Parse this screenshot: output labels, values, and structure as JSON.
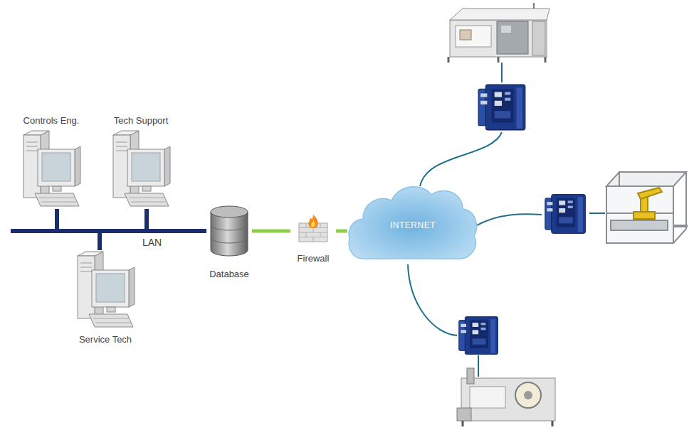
{
  "diagram": {
    "nodes": [
      {
        "text": [
          "Controls Eng."
        ]
      },
      {
        "text": [
          "Tech Support"
        ]
      },
      {
        "text": [
          "Service Tech"
        ]
      },
      {
        "text": [
          "Database"
        ]
      },
      {
        "text": [
          "Firewall"
        ]
      },
      {
        "text": [
          "INTERNET"
        ]
      }
    ],
    "edges": [
      {
        "from": 0,
        "to": 3,
        "arrow": "none"
      },
      {
        "from": 1,
        "to": 3,
        "arrow": "none"
      },
      {
        "from": 2,
        "to": 3,
        "arrow": "none"
      },
      {
        "from": 3,
        "to": 4,
        "arrow": "none"
      },
      {
        "from": 4,
        "to": 5,
        "arrow": "none"
      }
    ],
    "labels": [
      "LAN"
    ]
  }
}
